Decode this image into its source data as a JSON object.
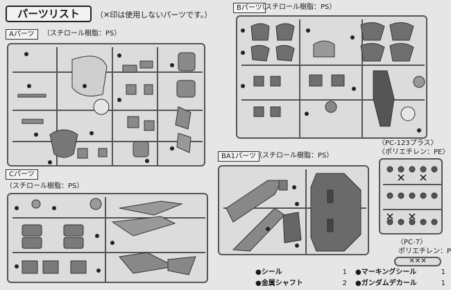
{
  "header": {
    "title": "パーツリスト",
    "note": "（✕印は使用しないパーツです。）"
  },
  "sprues": {
    "a": {
      "name": "Aパーツ",
      "material": "（スチロール樹脂：PS）"
    },
    "b": {
      "name": "Bパーツ",
      "material": "（スチロール樹脂：PS）"
    },
    "c": {
      "name": "Cパーツ",
      "material": "（スチロール樹脂：PS）"
    },
    "ba1": {
      "name": "BA1パーツ",
      "material": "（スチロール樹脂：PS）"
    },
    "pc123": {
      "name": "〈PC-123プラス〉",
      "material": "〈ポリエチレン：PE〉"
    },
    "pc7": {
      "name": "〈PC-7〉",
      "material": "ポリエチレン：PE〉"
    }
  },
  "extras": [
    {
      "bullet": "●",
      "label": "シール",
      "count": "1"
    },
    {
      "bullet": "●",
      "label": "金属シャフト",
      "count": "2"
    },
    {
      "bullet": "●",
      "label": "マーキングシール",
      "count": "1"
    },
    {
      "bullet": "●",
      "label": "ガンダムデカール",
      "count": "1"
    }
  ],
  "pc7_marks": [
    "✕",
    "✕",
    "✕"
  ]
}
